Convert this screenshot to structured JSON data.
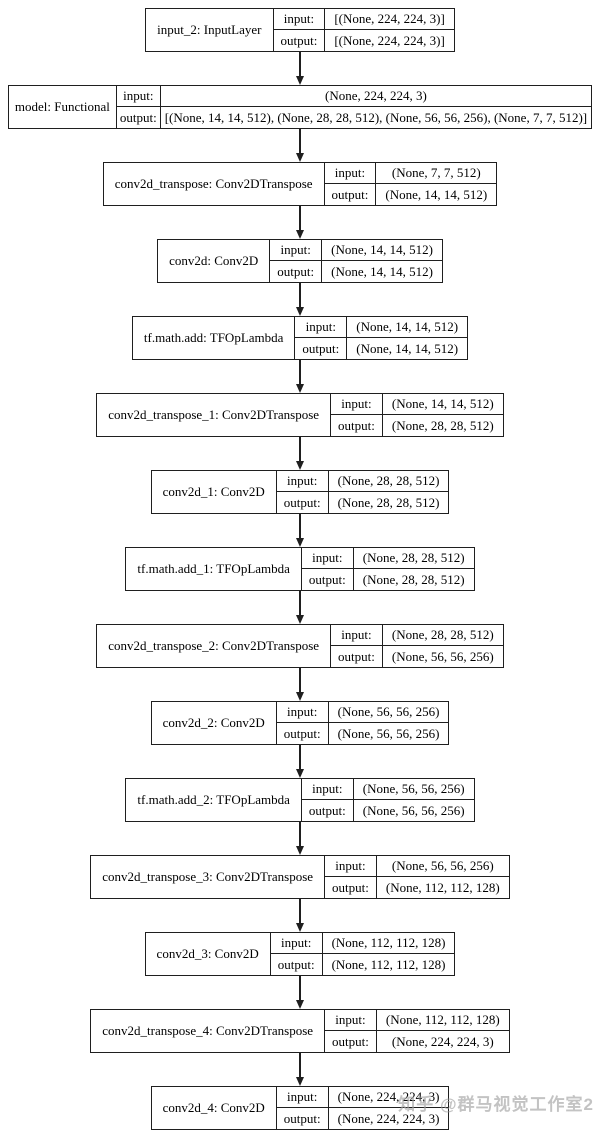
{
  "diagram": {
    "type": "keras-model-plot",
    "labels": {
      "input": "input:",
      "output": "output:"
    },
    "colors": {
      "border": "#1f1f1f",
      "background": "#ffffff",
      "text": "#000000",
      "watermark": "#9e9e9e"
    },
    "nodes": [
      {
        "name": "input_2: InputLayer",
        "input": "[(None, 224, 224, 3)]",
        "output": "[(None, 224, 224, 3)]"
      },
      {
        "name": "model: Functional",
        "input": "(None, 224, 224, 3)",
        "output": "[(None, 14, 14, 512), (None, 28, 28, 512), (None, 56, 56, 256), (None, 7, 7, 512)]"
      },
      {
        "name": "conv2d_transpose: Conv2DTranspose",
        "input": "(None, 7, 7, 512)",
        "output": "(None, 14, 14, 512)"
      },
      {
        "name": "conv2d: Conv2D",
        "input": "(None, 14, 14, 512)",
        "output": "(None, 14, 14, 512)"
      },
      {
        "name": "tf.math.add: TFOpLambda",
        "input": "(None, 14, 14, 512)",
        "output": "(None, 14, 14, 512)"
      },
      {
        "name": "conv2d_transpose_1: Conv2DTranspose",
        "input": "(None, 14, 14, 512)",
        "output": "(None, 28, 28, 512)"
      },
      {
        "name": "conv2d_1: Conv2D",
        "input": "(None, 28, 28, 512)",
        "output": "(None, 28, 28, 512)"
      },
      {
        "name": "tf.math.add_1: TFOpLambda",
        "input": "(None, 28, 28, 512)",
        "output": "(None, 28, 28, 512)"
      },
      {
        "name": "conv2d_transpose_2: Conv2DTranspose",
        "input": "(None, 28, 28, 512)",
        "output": "(None, 56, 56, 256)"
      },
      {
        "name": "conv2d_2: Conv2D",
        "input": "(None, 56, 56, 256)",
        "output": "(None, 56, 56, 256)"
      },
      {
        "name": "tf.math.add_2: TFOpLambda",
        "input": "(None, 56, 56, 256)",
        "output": "(None, 56, 56, 256)"
      },
      {
        "name": "conv2d_transpose_3: Conv2DTranspose",
        "input": "(None, 56, 56, 256)",
        "output": "(None, 112, 112, 128)"
      },
      {
        "name": "conv2d_3: Conv2D",
        "input": "(None, 112, 112, 128)",
        "output": "(None, 112, 112, 128)"
      },
      {
        "name": "conv2d_transpose_4: Conv2DTranspose",
        "input": "(None, 112, 112, 128)",
        "output": "(None, 224, 224, 3)"
      },
      {
        "name": "conv2d_4: Conv2D",
        "input": "(None, 224, 224, 3)",
        "output": "(None, 224, 224, 3)"
      }
    ]
  },
  "watermark": {
    "text": "知乎 @群马视觉工作室2"
  }
}
